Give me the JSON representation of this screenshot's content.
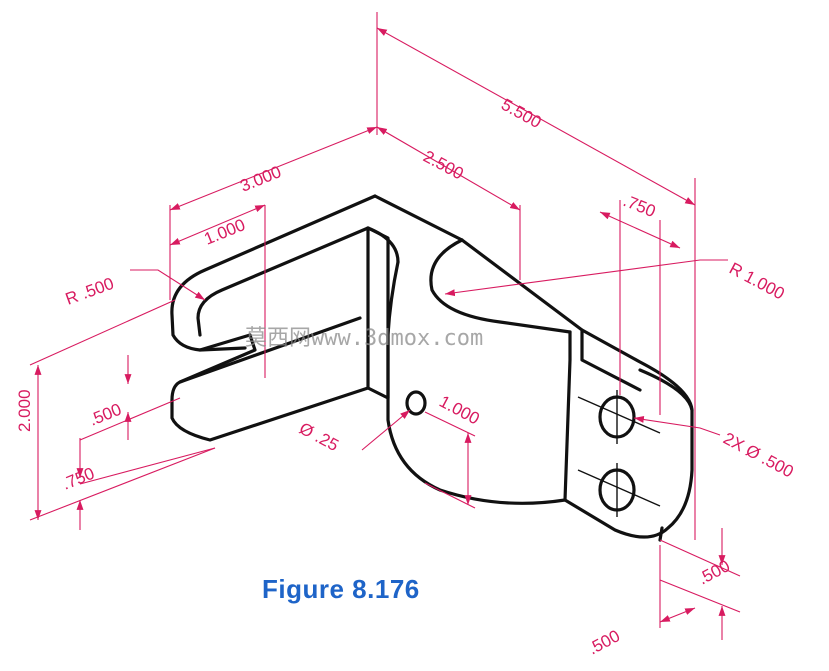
{
  "figure": {
    "caption": "Figure 8.176",
    "caption_color": "#1e64c8",
    "line_color": "#111111",
    "dimension_color": "#d81b60"
  },
  "dimensions": {
    "overall_length": "5.500",
    "left_width": "3.000",
    "top_depth": "2.500",
    "slot_width": "1.000",
    "slot_radius": "R .500",
    "total_height": "2.000",
    "slot_height": ".500",
    "base_height": ".750",
    "hole_diameter": "Ø .25",
    "hole_height": "1.000",
    "arc_radius": "R 1.000",
    "hole_spacing": ".750",
    "twin_holes": "2X Ø .500",
    "edge_offset_a": ".500",
    "edge_offset_b": ".500"
  },
  "watermark": "莫西网www.3dmox.com"
}
